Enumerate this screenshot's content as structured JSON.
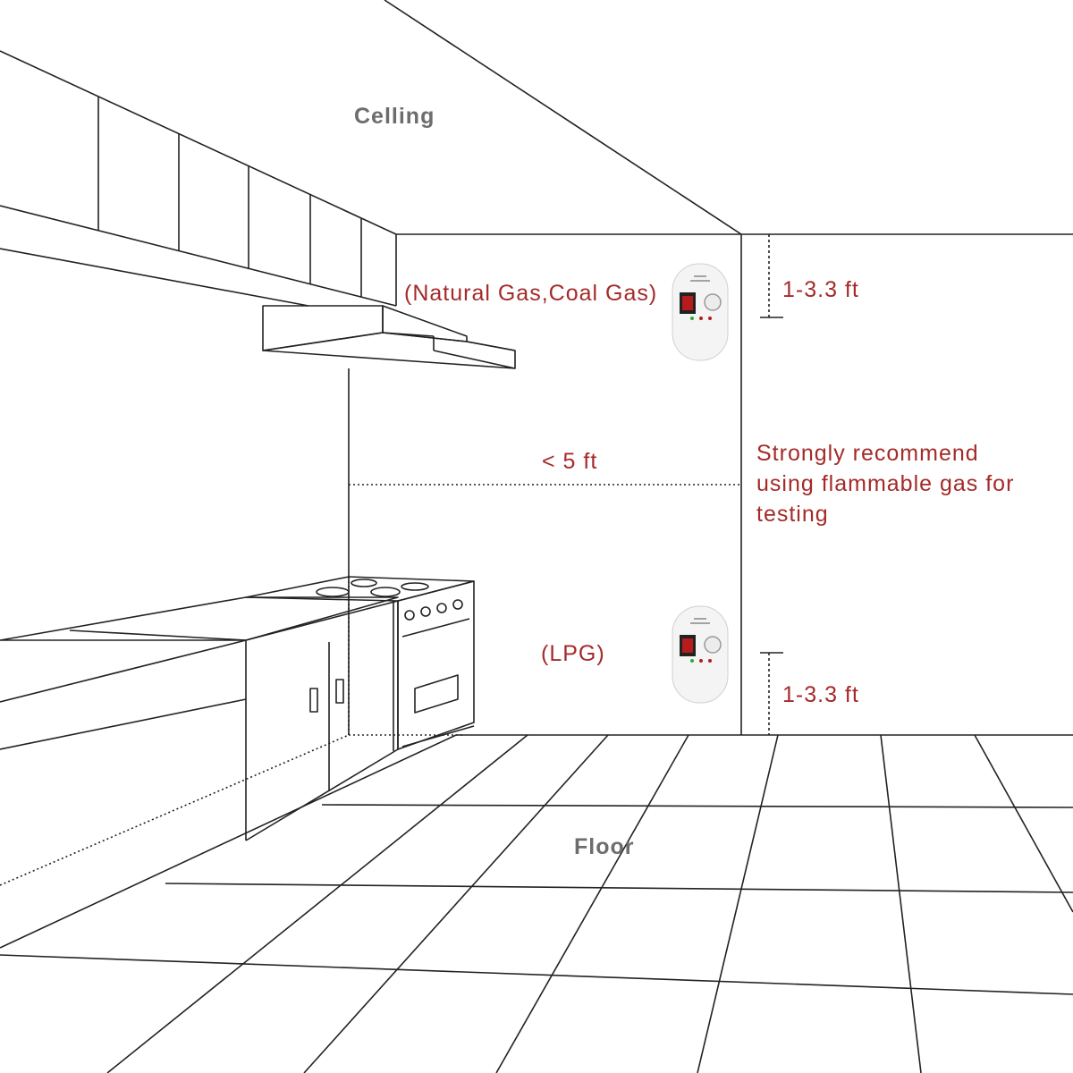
{
  "labels": {
    "ceiling": "Celling",
    "floor": "Floor",
    "natural_gas": "(Natural Gas,Coal Gas)",
    "lpg": "(LPG)",
    "top_distance": "1-3.3 ft",
    "bottom_distance": "1-3.3 ft",
    "horizontal_distance": "< 5 ft",
    "recommendation": "Strongly recommend using flammable gas for testing"
  },
  "colors": {
    "line": "#222222",
    "accent_text": "#a52a2a",
    "zone_text": "#6d6d6d",
    "detector_body": "#f2f2f2",
    "detector_display": "#b71c1c"
  },
  "detector": {
    "top": {
      "type": "gas-detector-icon",
      "gas": "Natural Gas, Coal Gas"
    },
    "bottom": {
      "type": "gas-detector-icon",
      "gas": "LPG"
    }
  }
}
